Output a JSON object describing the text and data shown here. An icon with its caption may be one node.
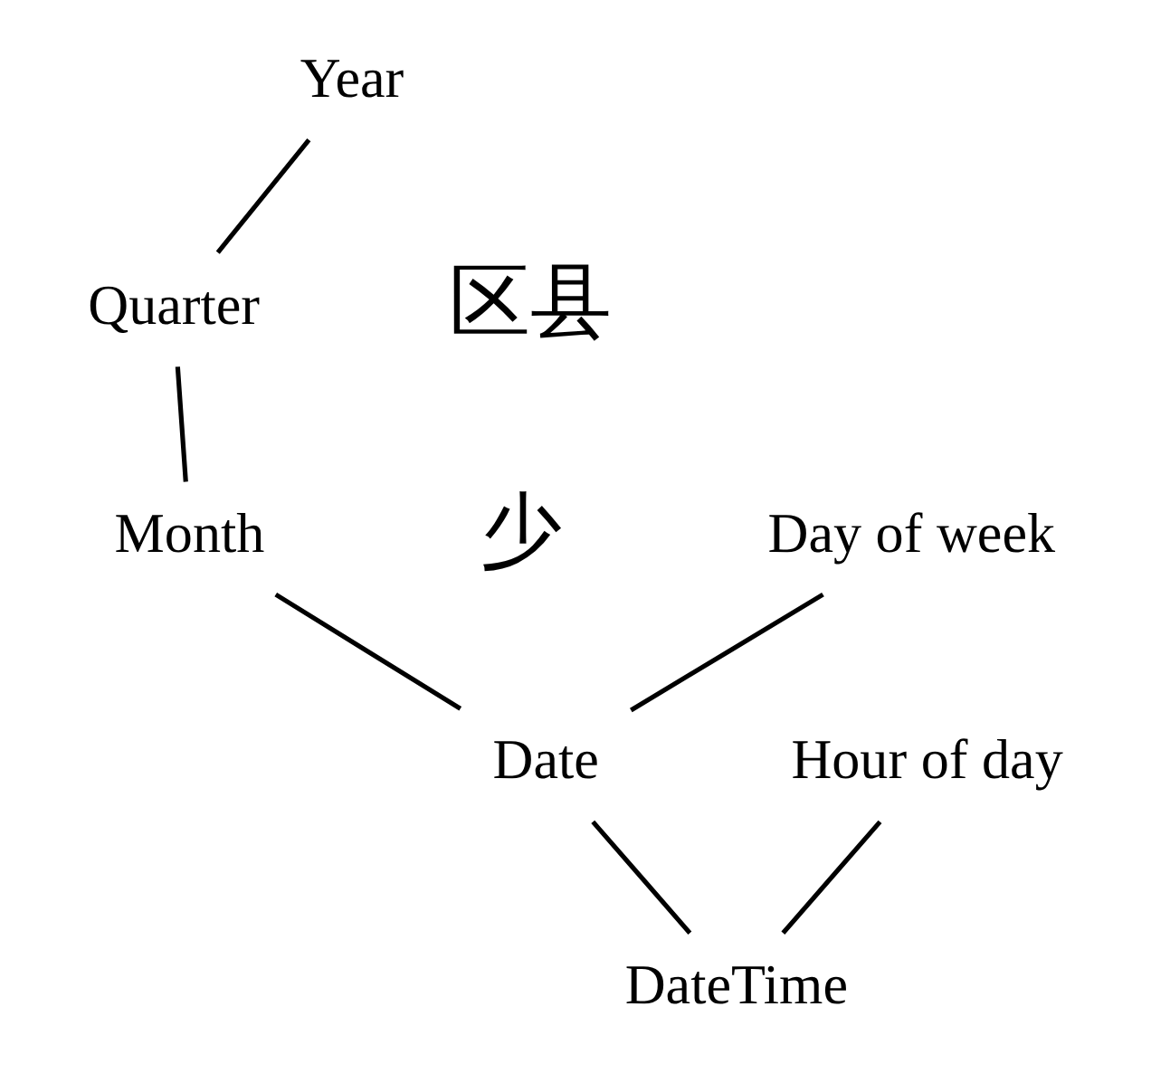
{
  "diagram": {
    "nodes": [
      {
        "text": [
          "Year"
        ]
      },
      {
        "text": [
          "Quarter"
        ]
      },
      {
        "text": [
          "Day of week"
        ]
      },
      {
        "text": [
          "Month"
        ]
      },
      {
        "text": [
          "Hour of day"
        ]
      },
      {
        "text": [
          "Date"
        ]
      },
      {
        "text": [
          "DateTime"
        ]
      }
    ],
    "edges": [
      {
        "from": 0,
        "to": 1,
        "arrow": "none"
      },
      {
        "from": 1,
        "to": 3,
        "arrow": "none"
      },
      {
        "from": 2,
        "to": 5,
        "arrow": "none"
      },
      {
        "from": 3,
        "to": 5,
        "arrow": "none"
      },
      {
        "from": 4,
        "to": 6,
        "arrow": "none"
      },
      {
        "from": 5,
        "to": 6,
        "arrow": "none"
      }
    ],
    "labels": [
      "区县",
      "少"
    ]
  }
}
